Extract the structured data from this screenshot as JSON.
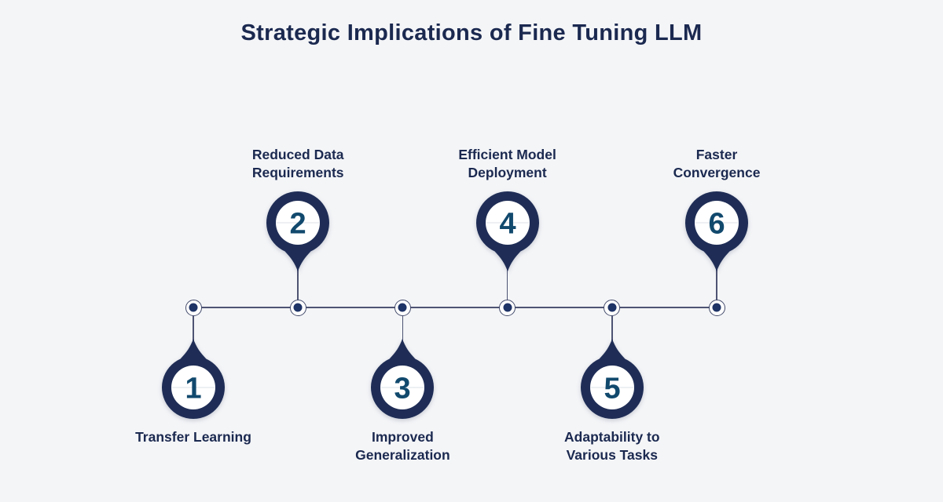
{
  "page": {
    "background": "#f4f5f7"
  },
  "header": {
    "title": "Strategic Implications of Fine Tuning LLM"
  },
  "colors": {
    "title_text": "#1b2950",
    "label_text": "#1b2950",
    "pin_body": "#1f2d56",
    "pin_inner": "#ffffff",
    "pin_number": "#11496d",
    "line": "#4e5473",
    "node_ring": "#434b6b",
    "node_dot": "#1e3366",
    "seam": "#e4e6ec"
  },
  "timeline": {
    "items": [
      {
        "number": "1",
        "side": "bottom",
        "label_lines": [
          "Transfer Learning"
        ]
      },
      {
        "number": "2",
        "side": "top",
        "label_lines": [
          "Reduced Data",
          "Requirements"
        ]
      },
      {
        "number": "3",
        "side": "bottom",
        "label_lines": [
          "Improved",
          "Generalization"
        ]
      },
      {
        "number": "4",
        "side": "top",
        "label_lines": [
          "Efficient Model",
          "Deployment"
        ]
      },
      {
        "number": "5",
        "side": "bottom",
        "label_lines": [
          "Adaptability to",
          "Various Tasks"
        ]
      },
      {
        "number": "6",
        "side": "top",
        "label_lines": [
          "Faster",
          "Convergence"
        ]
      }
    ]
  }
}
